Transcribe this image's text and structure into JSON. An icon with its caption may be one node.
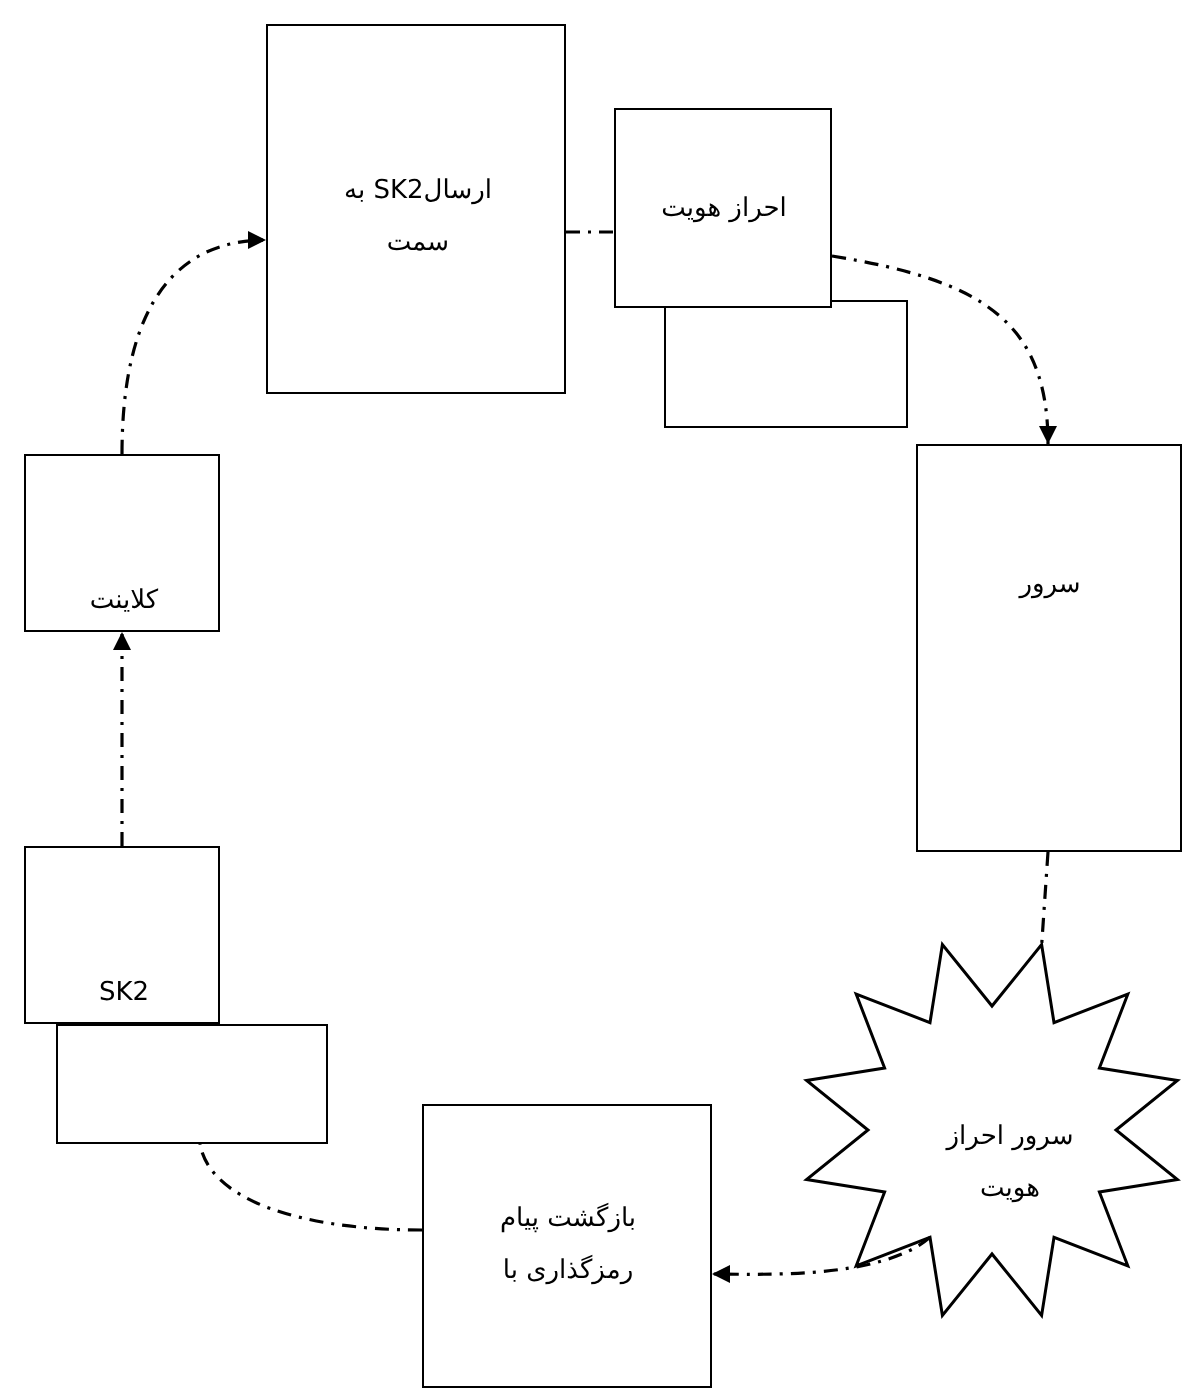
{
  "diagram": {
    "nodes": [
      {
        "text": [
          "ارسالSK2 به سمت"
        ]
      },
      {
        "text": [
          "احراز هویت"
        ]
      },
      {
        "text": [],
        "shape": "box"
      },
      {
        "text": [
          "کلاینت"
        ]
      },
      {
        "text": [
          "سرور"
        ]
      },
      {
        "text": [
          "SK2"
        ]
      },
      {
        "text": [],
        "shape": "box"
      },
      {
        "text": [
          "سرور احراز هویت"
        ]
      },
      {
        "text": [
          "بازگشت پیام رمزگذاری با"
        ]
      }
    ],
    "edges": [
      {
        "from": 3,
        "to": 0,
        "arrow": "to"
      },
      {
        "from": 0,
        "to": 1,
        "arrow": "none"
      },
      {
        "from": 1,
        "to": 4,
        "arrow": "to"
      },
      {
        "from": 4,
        "to": 7,
        "arrow": "none"
      },
      {
        "from": 7,
        "to": 8,
        "arrow": "to"
      },
      {
        "from": 8,
        "to": 6,
        "arrow": "none"
      },
      {
        "from": 5,
        "to": 3,
        "arrow": "to"
      }
    ]
  }
}
